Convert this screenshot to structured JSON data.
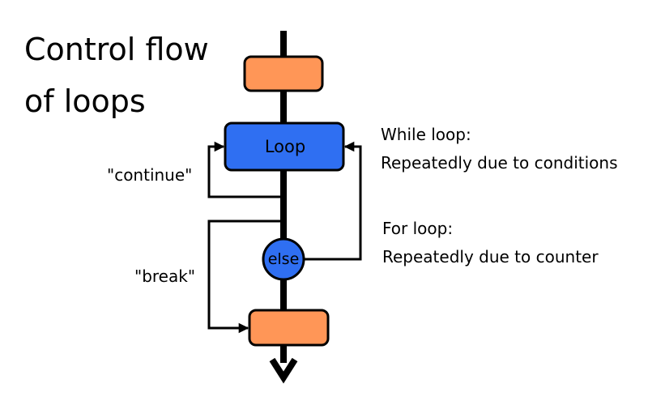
{
  "title": {
    "line1": "Control flow",
    "line2": "of loops"
  },
  "nodes": {
    "loop_label": "Loop",
    "else_label": "else"
  },
  "jump_labels": {
    "continue": "\"continue\"",
    "break": "\"break\""
  },
  "notes": {
    "while": {
      "heading": "While loop:",
      "text": "Repeatedly due to conditions"
    },
    "for": {
      "heading": "For loop:",
      "text": "Repeatedly due to counter"
    }
  },
  "colors": {
    "process_fill": "#ff9657",
    "loop_fill": "#2f6ff2",
    "decision_fill": "#2f6ff2",
    "line": "#000000",
    "background": "#ffffff"
  }
}
